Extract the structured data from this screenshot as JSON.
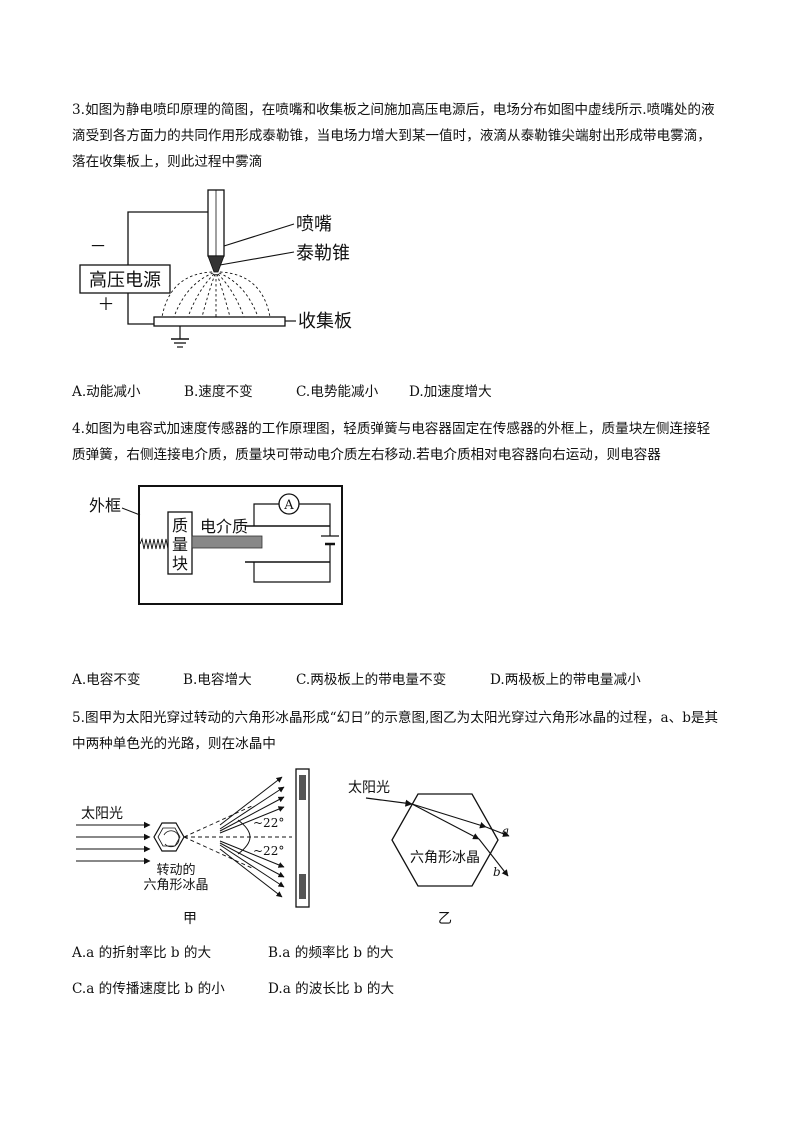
{
  "q3": {
    "text": "3.如图为静电喷印原理的简图，在喷嘴和收集板之间施加高压电源后，电场分布如图中虚线所示.喷嘴处的液滴受到各方面力的共同作用形成泰勒锥，当电场力增大到某一值时，液滴从泰勒锥尖端射出形成带电雾滴，落在收集板上，则此过程中雾滴",
    "figure": {
      "minus": "－",
      "plus": "＋",
      "source": "高压电源",
      "nozzle": "喷嘴",
      "cone": "泰勒锥",
      "plate": "收集板"
    },
    "options": [
      "A.动能减小",
      "B.速度不变",
      "C.电势能减小",
      "D.加速度增大"
    ]
  },
  "q4": {
    "text": "4.如图为电容式加速度传感器的工作原理图，轻质弹簧与电容器固定在传感器的外框上，质量块左侧连接轻质弹簧，右侧连接电介质，质量块可带动电介质左右移动.若电介质相对电容器向右运动，则电容器",
    "figure": {
      "frame": "外框",
      "mass_1": "质",
      "mass_2": "量",
      "mass_3": "块",
      "dielectric": "电介质",
      "ammeter": "A"
    },
    "options": [
      "A.电容不变",
      "B.电容增大",
      "C.两极板上的带电量不变",
      "D.两极板上的带电量减小"
    ]
  },
  "q5": {
    "text": "5.图甲为太阳光穿过转动的六角形冰晶形成“幻日”的示意图,图乙为太阳光穿过六角形冰晶的过程，a、b是其中两种单色光的光路，则在冰晶中",
    "figure_jia": {
      "sunlight": "太阳光",
      "crystal_1": "转动的",
      "crystal_2": "六角形冰晶",
      "angle_top": "~22°",
      "angle_bottom": "~22°",
      "caption": "甲"
    },
    "figure_yi": {
      "sunlight": "太阳光",
      "crystal": "六角形冰晶",
      "ray_a": "a",
      "ray_b": "b",
      "caption": "乙"
    },
    "options": [
      "A.a 的折射率比 b 的大",
      "B.a 的频率比 b 的大",
      "C.a 的传播速度比 b 的小",
      "D.a 的波长比 b 的大"
    ]
  }
}
